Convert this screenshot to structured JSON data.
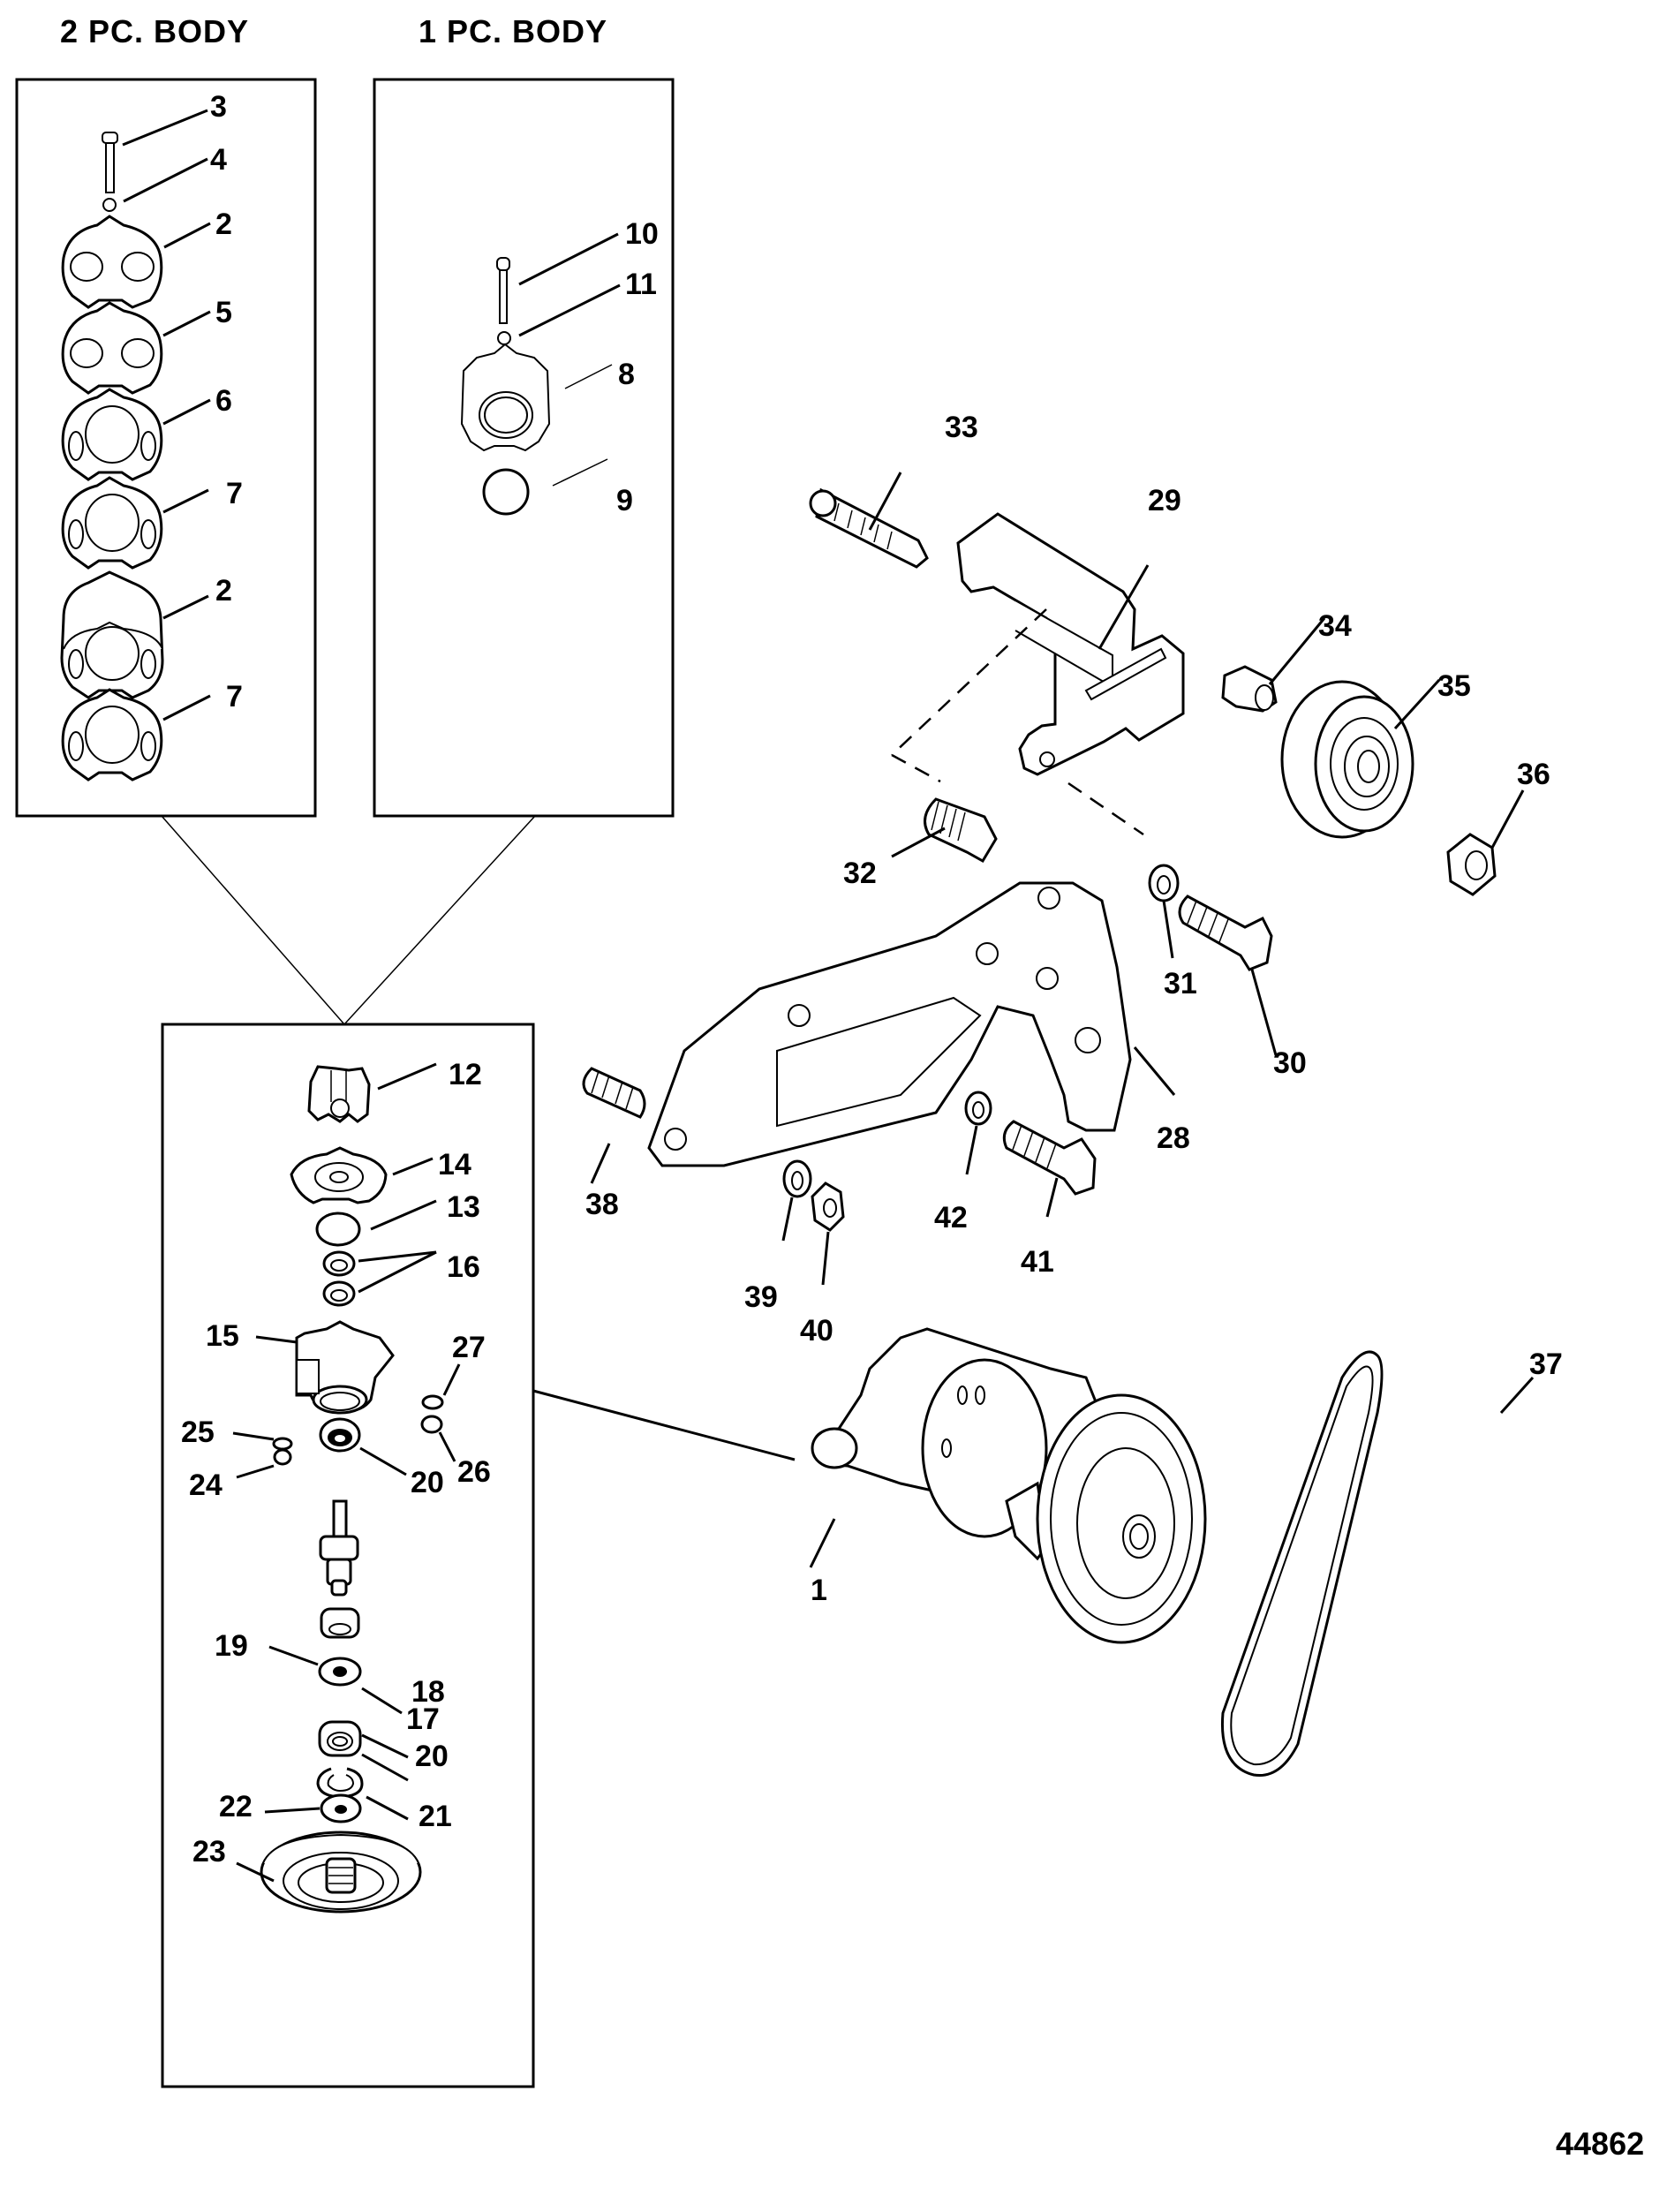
{
  "diagram": {
    "title_2pc": "2 PC. BODY",
    "title_1pc": "1 PC. BODY",
    "figure_number": "44862",
    "callouts": [
      {
        "id": "c3",
        "text": "3",
        "part": "screw"
      },
      {
        "id": "c4",
        "text": "4",
        "part": "washer"
      },
      {
        "id": "c2a",
        "text": "2",
        "part": "body-plate"
      },
      {
        "id": "c5",
        "text": "5",
        "part": "gasket"
      },
      {
        "id": "c6",
        "text": "6",
        "part": "gasket"
      },
      {
        "id": "c7a",
        "text": "7",
        "part": "gasket"
      },
      {
        "id": "c2b",
        "text": "2",
        "part": "body-housing"
      },
      {
        "id": "c7b",
        "text": "7",
        "part": "gasket"
      },
      {
        "id": "c10",
        "text": "10",
        "part": "screw"
      },
      {
        "id": "c11",
        "text": "11",
        "part": "washer"
      },
      {
        "id": "c8",
        "text": "8",
        "part": "pump-body"
      },
      {
        "id": "c9",
        "text": "9",
        "part": "o-ring"
      },
      {
        "id": "c12",
        "text": "12",
        "part": "impeller"
      },
      {
        "id": "c14",
        "text": "14",
        "part": "wear-plate"
      },
      {
        "id": "c13",
        "text": "13",
        "part": "o-ring"
      },
      {
        "id": "c16",
        "text": "16",
        "part": "seals"
      },
      {
        "id": "c15",
        "text": "15",
        "part": "pump-housing"
      },
      {
        "id": "c27",
        "text": "27",
        "part": "washer"
      },
      {
        "id": "c25",
        "text": "25",
        "part": "washer"
      },
      {
        "id": "c24",
        "text": "24",
        "part": "nut"
      },
      {
        "id": "c20a",
        "text": "20",
        "part": "bearing"
      },
      {
        "id": "c26",
        "text": "26",
        "part": "nut"
      },
      {
        "id": "c17",
        "text": "17",
        "part": "shaft"
      },
      {
        "id": "c18",
        "text": "18",
        "part": "spacer"
      },
      {
        "id": "c19",
        "text": "19",
        "part": "washer"
      },
      {
        "id": "c20b",
        "text": "20",
        "part": "bearing"
      },
      {
        "id": "c21",
        "text": "21",
        "part": "retaining-ring"
      },
      {
        "id": "c22",
        "text": "22",
        "part": "washer"
      },
      {
        "id": "c23",
        "text": "23",
        "part": "pulley"
      },
      {
        "id": "c33",
        "text": "33",
        "part": "stud"
      },
      {
        "id": "c29",
        "text": "29",
        "part": "bracket"
      },
      {
        "id": "c34",
        "text": "34",
        "part": "spacer"
      },
      {
        "id": "c35",
        "text": "35",
        "part": "idler-pulley"
      },
      {
        "id": "c36",
        "text": "36",
        "part": "nut"
      },
      {
        "id": "c32",
        "text": "32",
        "part": "screw"
      },
      {
        "id": "c31",
        "text": "31",
        "part": "washer"
      },
      {
        "id": "c30",
        "text": "30",
        "part": "screw"
      },
      {
        "id": "c28",
        "text": "28",
        "part": "mounting-bracket"
      },
      {
        "id": "c38",
        "text": "38",
        "part": "stud"
      },
      {
        "id": "c42",
        "text": "42",
        "part": "washer"
      },
      {
        "id": "c41",
        "text": "41",
        "part": "screw"
      },
      {
        "id": "c39",
        "text": "39",
        "part": "washer"
      },
      {
        "id": "c40",
        "text": "40",
        "part": "nut"
      },
      {
        "id": "c37",
        "text": "37",
        "part": "drive-belt"
      },
      {
        "id": "c1",
        "text": "1",
        "part": "seawater-pump"
      }
    ]
  }
}
